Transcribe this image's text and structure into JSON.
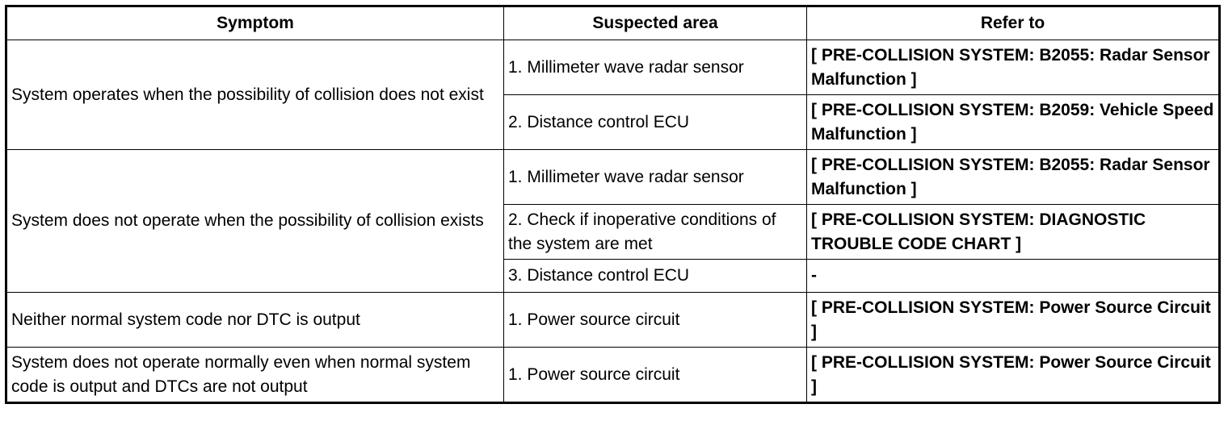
{
  "table": {
    "headers": [
      "Symptom",
      "Suspected area",
      "Refer to"
    ],
    "groups": [
      {
        "symptom": "System operates when the possibility of collision does not exist",
        "rows": [
          {
            "area": "1. Millimeter wave radar sensor",
            "ref": "[ PRE-COLLISION SYSTEM: B2055: Radar Sensor Malfunction ]"
          },
          {
            "area": "2. Distance control ECU",
            "ref": "[ PRE-COLLISION SYSTEM: B2059: Vehicle Speed Malfunction ]"
          }
        ]
      },
      {
        "symptom": "System does not operate when the possibility of collision exists",
        "rows": [
          {
            "area": "1. Millimeter wave radar sensor",
            "ref": "[ PRE-COLLISION SYSTEM: B2055: Radar Sensor Malfunction ]"
          },
          {
            "area": "2. Check if inoperative conditions of the system are met",
            "ref": "[ PRE-COLLISION SYSTEM: DIAGNOSTIC TROUBLE CODE CHART ]"
          },
          {
            "area": "3. Distance control ECU",
            "ref": "-"
          }
        ]
      },
      {
        "symptom": "Neither normal system code nor DTC is output",
        "rows": [
          {
            "area": "1. Power source circuit",
            "ref": "[ PRE-COLLISION SYSTEM: Power Source Circuit ]"
          }
        ]
      },
      {
        "symptom": "System does not operate normally even when normal system code is output and DTCs are not output",
        "rows": [
          {
            "area": "1. Power source circuit",
            "ref": "[ PRE-COLLISION SYSTEM: Power Source Circuit ]"
          }
        ]
      }
    ]
  }
}
